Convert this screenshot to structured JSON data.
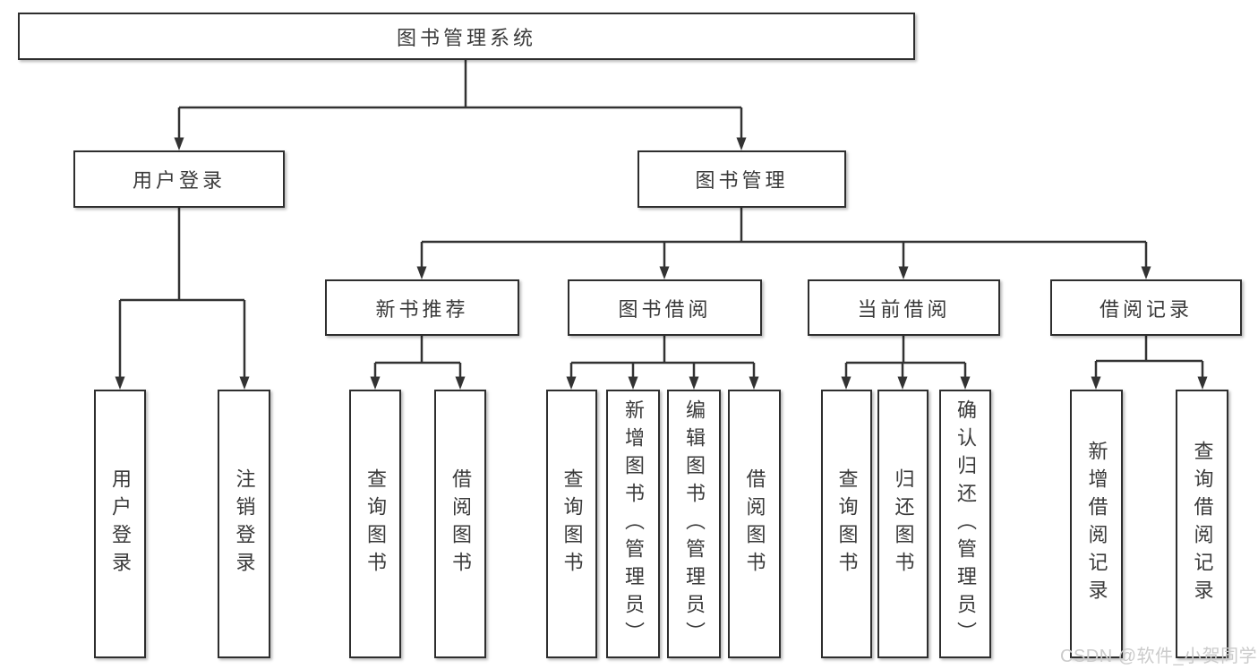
{
  "diagram_title": "图书管理系统",
  "colors": {
    "background": "#ffffff",
    "line": "#333333",
    "box_border": "#2e2e2e",
    "text": "#3a3a3a",
    "watermark": "#cbcbcb"
  },
  "tree": {
    "root": {
      "label": "图书管理系统"
    },
    "branches": [
      {
        "label": "用户登录",
        "children": [
          {
            "label": "用户登录"
          },
          {
            "label": "注销登录"
          }
        ]
      },
      {
        "label": "图书管理",
        "children": [
          {
            "label": "新书推荐",
            "children": [
              {
                "label": "查询图书"
              },
              {
                "label": "借阅图书"
              }
            ]
          },
          {
            "label": "图书借阅",
            "children": [
              {
                "label": "查询图书"
              },
              {
                "label": "新增图书（管理员）"
              },
              {
                "label": "编辑图书（管理员）"
              },
              {
                "label": "借阅图书"
              }
            ]
          },
          {
            "label": "当前借阅",
            "children": [
              {
                "label": "查询图书"
              },
              {
                "label": "归还图书"
              },
              {
                "label": "确认归还（管理员）"
              }
            ]
          },
          {
            "label": "借阅记录",
            "children": [
              {
                "label": "新增借阅记录"
              },
              {
                "label": "查询借阅记录"
              }
            ]
          }
        ]
      }
    ]
  },
  "watermark": {
    "text": "CSDN @软件_小贺同学"
  }
}
